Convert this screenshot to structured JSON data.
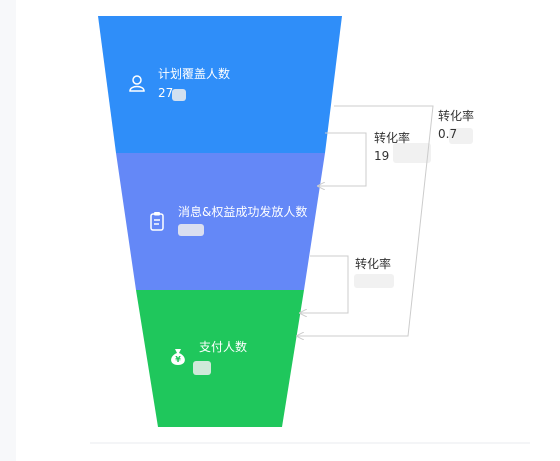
{
  "colors": {
    "page_bg": "#ffffff",
    "left_panel_bg": "#f7f8fa",
    "bottom_border": "#e9ebef",
    "connector_line": "#cccccc",
    "stage_text": "#ffffff",
    "rate_label_text": "#333333",
    "redaction": "#eeeeee"
  },
  "chart_data": {
    "type": "funnel",
    "stages": [
      {
        "label": "计划覆盖人数",
        "value_text": "27",
        "icon": "user-icon",
        "color": "#2f8ef9"
      },
      {
        "label": "消息&权益成功发放人数",
        "value_text": "",
        "icon": "clipboard-icon",
        "color": "#6488f7"
      },
      {
        "label": "支付人数",
        "value_text": "",
        "icon": "money-bag-icon",
        "color": "#1fc75c"
      }
    ],
    "conversions": [
      {
        "from_stage": 0,
        "to_stage": 1,
        "label": "转化率",
        "value_text": "19"
      },
      {
        "from_stage": 1,
        "to_stage": 2,
        "label": "转化率",
        "value_text": ""
      },
      {
        "from_stage": 0,
        "to_stage": 2,
        "label": "转化率",
        "value_text": "0.7"
      }
    ]
  }
}
